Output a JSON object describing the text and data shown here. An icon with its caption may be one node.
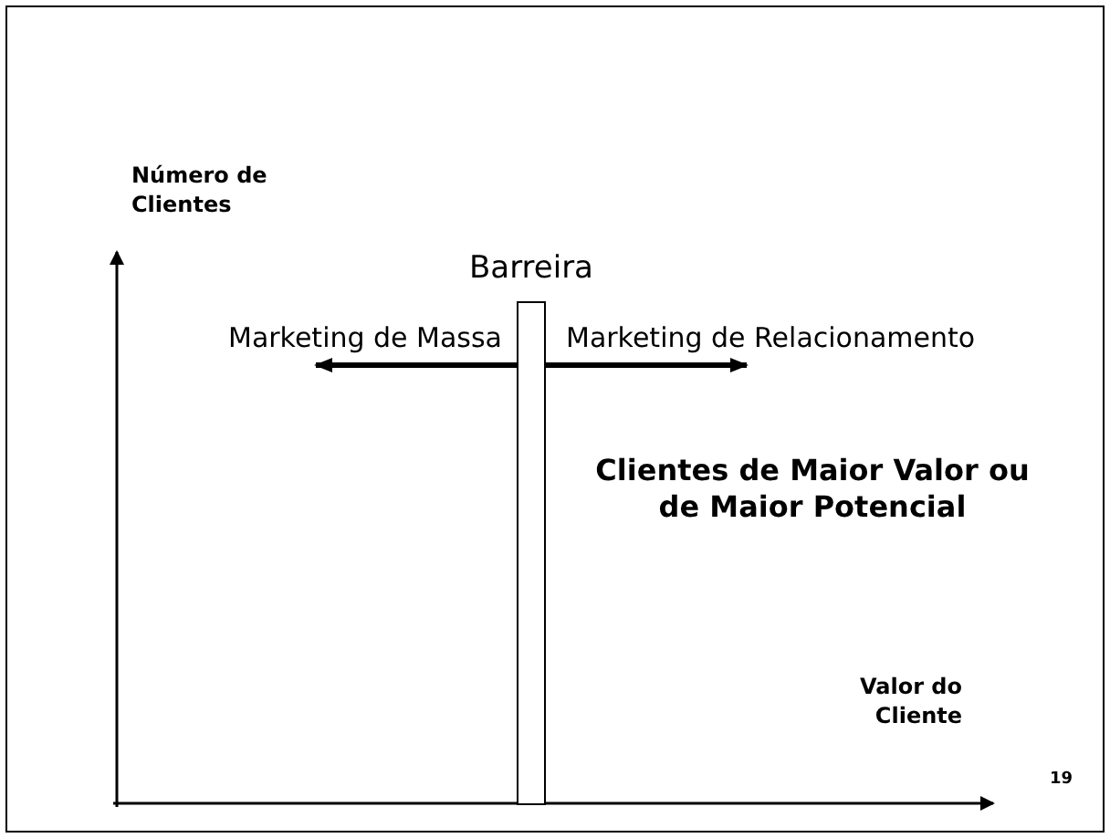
{
  "diagram": {
    "nodes": [
      {
        "text": [
          "Barreira"
        ]
      }
    ],
    "labels": [
      "Número de Clientes",
      "Marketing de Massa",
      "Marketing de Relacionamento",
      "Clientes de Maior Valor ou de Maior Potencial",
      "Valor do Cliente",
      "19"
    ]
  }
}
